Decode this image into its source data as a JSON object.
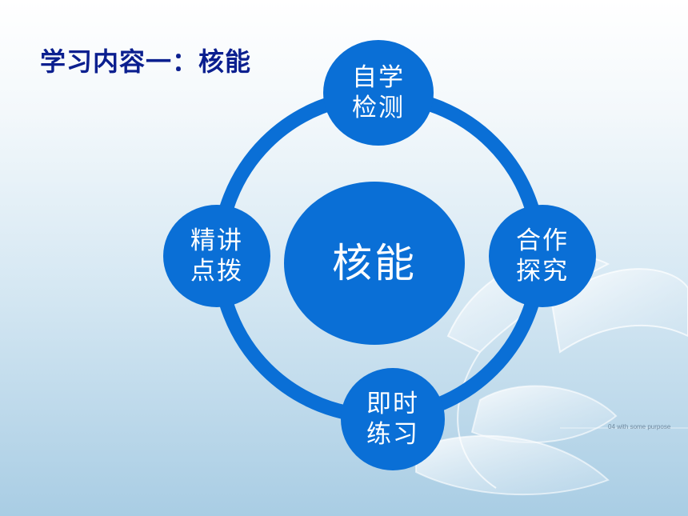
{
  "title": "学习内容一：核能",
  "center": {
    "label": "核能"
  },
  "nodes": {
    "top": {
      "label": "自学检测"
    },
    "right": {
      "label": "合作探究"
    },
    "bottom": {
      "label": "即时练习"
    },
    "left": {
      "label": "精讲点拨"
    }
  },
  "background_tagline": "04 with some purpose",
  "colors": {
    "title": "#0b1f8f",
    "node_fill": "#0a6fd6",
    "ring": "#0a6fd6",
    "node_text": "#ffffff"
  }
}
